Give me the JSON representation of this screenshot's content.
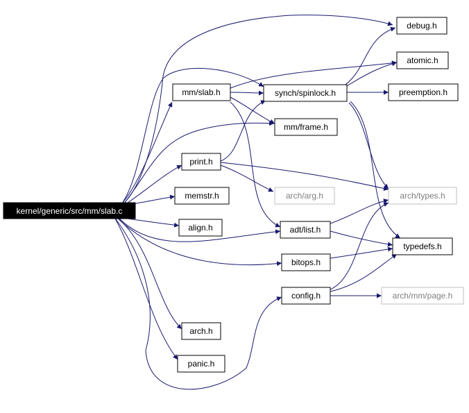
{
  "graph": {
    "root": "kernel/generic/src/mm/slab.c",
    "nodes": {
      "root": "kernel/generic/src/mm/slab.c",
      "debug": "debug.h",
      "atomic": "atomic.h",
      "mm_slab": "mm/slab.h",
      "spinlock": "synch/spinlock.h",
      "preemption": "preemption.h",
      "frame": "mm/frame.h",
      "print": "print.h",
      "arg": "arch/arg.h",
      "types": "arch/types.h",
      "memstr": "memstr.h",
      "align": "align.h",
      "list": "adt/list.h",
      "typedefs": "typedefs.h",
      "bitops": "bitops.h",
      "config": "config.h",
      "page": "arch/mm/page.h",
      "arch": "arch.h",
      "panic": "panic.h"
    },
    "edges": [
      [
        "root",
        "debug"
      ],
      [
        "root",
        "mm_slab"
      ],
      [
        "root",
        "spinlock"
      ],
      [
        "root",
        "frame"
      ],
      [
        "root",
        "print"
      ],
      [
        "root",
        "memstr"
      ],
      [
        "root",
        "align"
      ],
      [
        "root",
        "list"
      ],
      [
        "root",
        "bitops"
      ],
      [
        "root",
        "config"
      ],
      [
        "root",
        "arch"
      ],
      [
        "root",
        "panic"
      ],
      [
        "mm_slab",
        "spinlock"
      ],
      [
        "mm_slab",
        "frame"
      ],
      [
        "mm_slab",
        "atomic"
      ],
      [
        "mm_slab",
        "list"
      ],
      [
        "spinlock",
        "debug"
      ],
      [
        "spinlock",
        "atomic"
      ],
      [
        "spinlock",
        "preemption"
      ],
      [
        "spinlock",
        "types"
      ],
      [
        "spinlock",
        "typedefs"
      ],
      [
        "print",
        "spinlock"
      ],
      [
        "print",
        "arg"
      ],
      [
        "print",
        "types"
      ],
      [
        "list",
        "types"
      ],
      [
        "list",
        "typedefs"
      ],
      [
        "bitops",
        "typedefs"
      ],
      [
        "config",
        "typedefs"
      ],
      [
        "config",
        "types"
      ],
      [
        "config",
        "page"
      ]
    ]
  }
}
